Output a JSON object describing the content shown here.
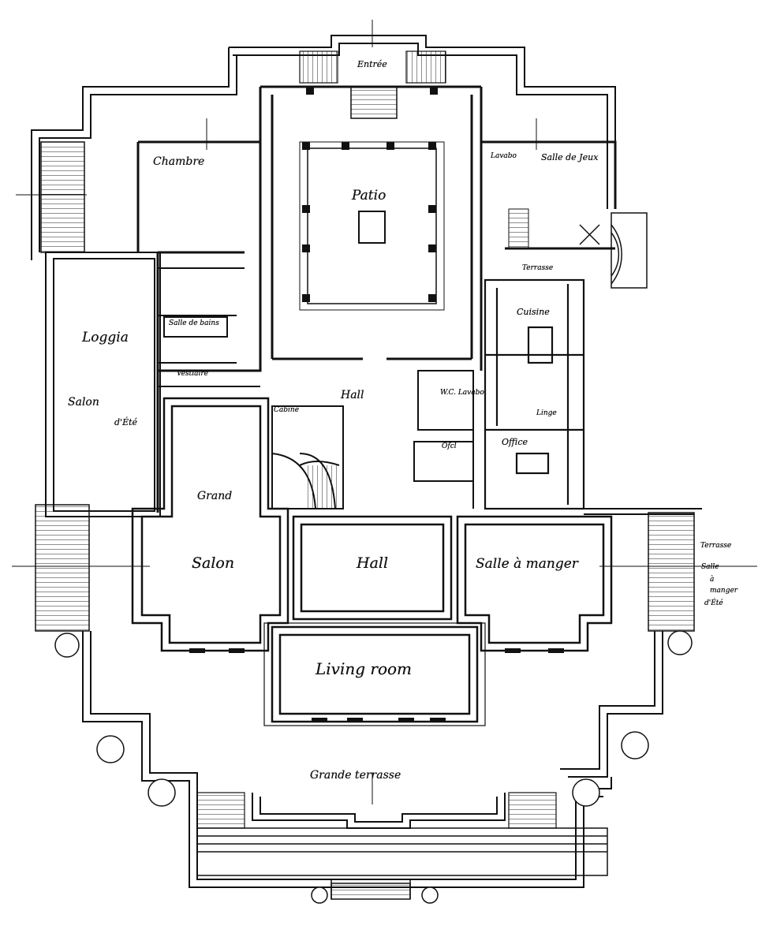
{
  "rooms": {
    "entree": "Entrée",
    "chambre": "Chambre",
    "patio": "Patio",
    "lavabo": "Lavabo",
    "salle_de_jeux": "Salle de Jeux",
    "terrasse_top": "Terrasse",
    "cuisine": "Cuisine",
    "loggia": "Loggia",
    "salle_de_bains": "Salle de bains",
    "vestiaire": "Vestiaire",
    "hall_upper": "Hall",
    "wc_lavabo": "W.C. Lavabo",
    "office_small": "Ofcl",
    "salon_ete": "Salon",
    "salon_ete_2": "d'Été",
    "office": "Office",
    "cabine": "Cabine",
    "lingerie": "Linge",
    "grand": "Grand",
    "salon": "Salon",
    "hall_lower": "Hall",
    "salle_a_manger": "Salle à manger",
    "terrasse_right": "Terrasse",
    "salle_a_manger_ete_1": "Salle",
    "salle_a_manger_ete_2": "à",
    "salle_a_manger_ete_3": "manger",
    "salle_a_manger_ete_4": "d'Été",
    "living_room": "Living room",
    "grande_terrasse": "Grande terrasse"
  }
}
